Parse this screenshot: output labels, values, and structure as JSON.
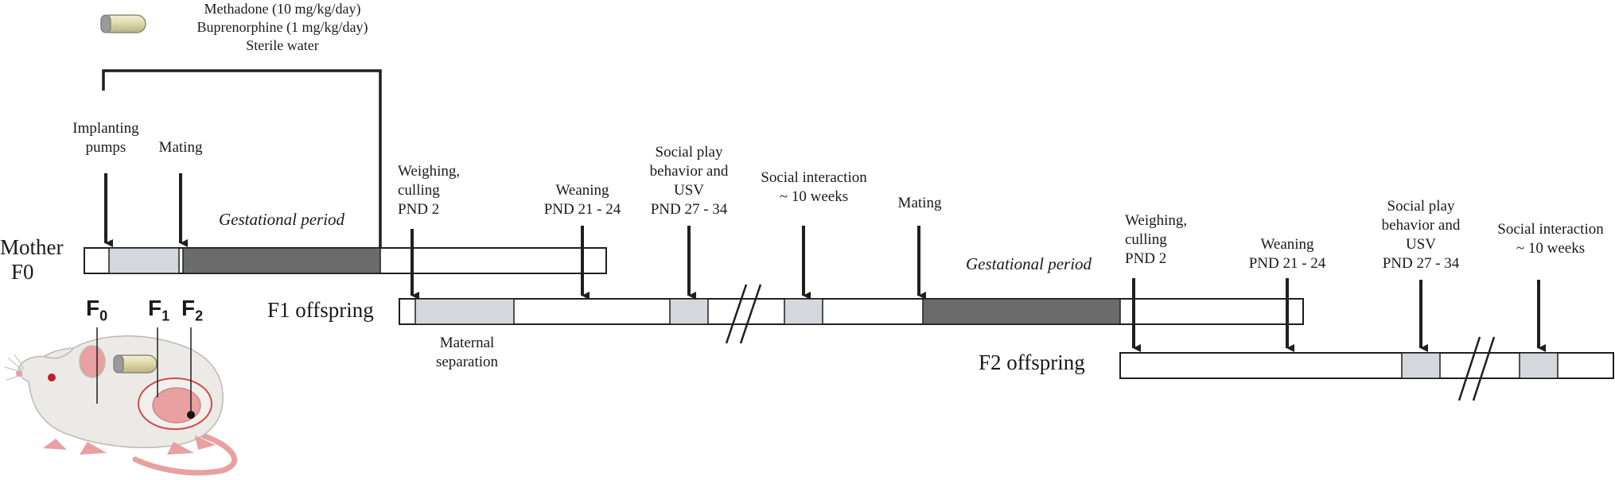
{
  "treatments": [
    "Methadone (10 mg/kg/day)",
    "Buprenorphine (1 mg/kg/day)",
    "Sterile water"
  ],
  "mother": {
    "label_line1": "Mother",
    "label_line2": "F0",
    "events": [
      {
        "lines": [
          "Implanting",
          "pumps"
        ]
      },
      {
        "lines": [
          "Mating"
        ]
      }
    ],
    "period": "Gestational period"
  },
  "f1": {
    "label": "F1 offspring",
    "events": [
      {
        "lines": [
          "Weighing,",
          "culling",
          "PND 2"
        ]
      },
      {
        "lines": [
          "Weaning",
          "PND 21 - 24"
        ]
      },
      {
        "lines": [
          "Social play",
          "behavior and",
          "USV",
          "PND 27 - 34"
        ]
      },
      {
        "lines": [
          "Social interaction",
          "~ 10 weeks"
        ]
      },
      {
        "lines": [
          "Mating"
        ]
      }
    ],
    "below": [
      "Maternal",
      "separation"
    ],
    "period": "Gestational period"
  },
  "f2": {
    "label": "F2 offspring",
    "events": [
      {
        "lines": [
          "Weighing,",
          "culling",
          "PND 2"
        ]
      },
      {
        "lines": [
          "Weaning",
          "PND 21 - 24"
        ]
      },
      {
        "lines": [
          "Social play",
          "behavior and",
          "USV",
          "PND 27 - 34"
        ]
      },
      {
        "lines": [
          "Social interaction",
          "~ 10 weeks"
        ]
      }
    ]
  },
  "generations": {
    "g0": "F",
    "g0_sub": "0",
    "g1": "F",
    "g1_sub": "1",
    "g2": "F",
    "g2_sub": "2"
  },
  "colors": {
    "bar_light": "#d4d7db",
    "bar_dark": "#6b6b6b",
    "outline": "#1f1f1f",
    "rat_body": "#ebeae6",
    "rat_pink": "#e8a0a0"
  }
}
